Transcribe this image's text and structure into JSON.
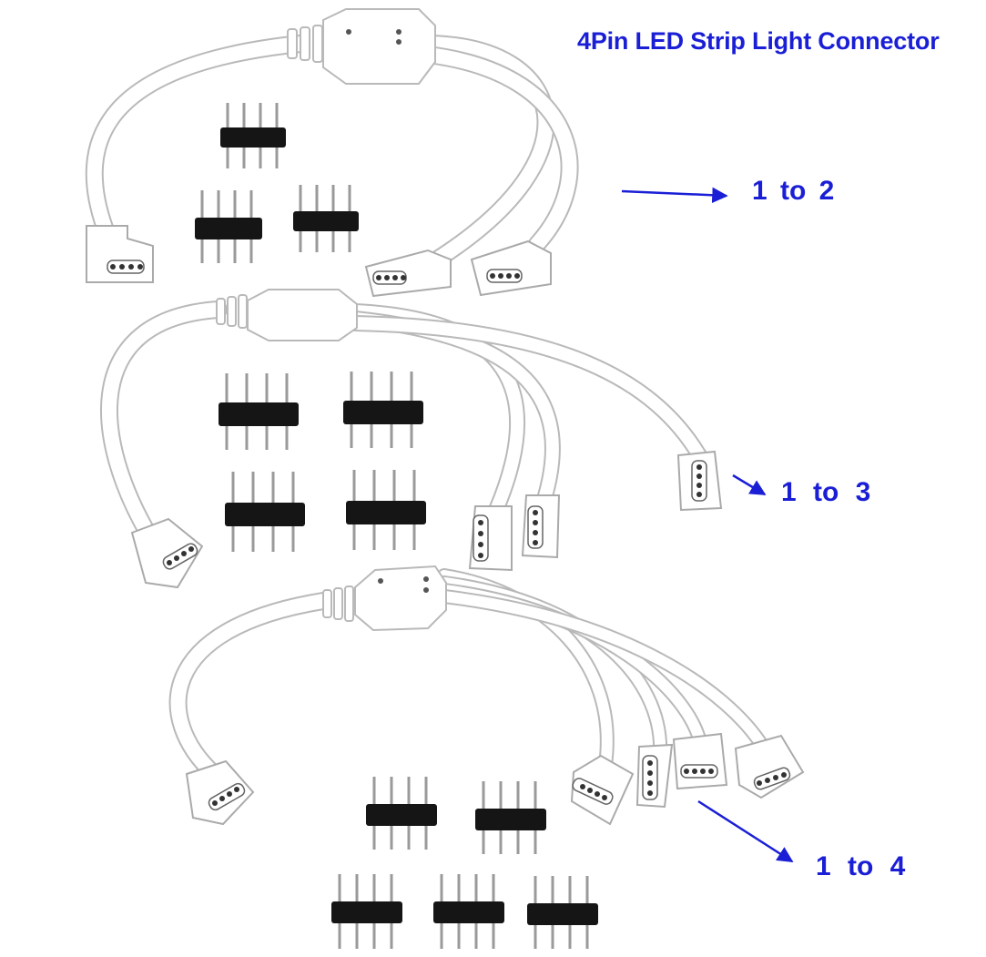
{
  "title": "4Pin LED Strip Light Connector",
  "colors": {
    "label": "#1a1fd6",
    "cable": "#ffffff",
    "cable_outline": "#b9b9b9",
    "pin_body": "#151515",
    "pin_metal": "#9a9a9a",
    "background": "#ffffff"
  },
  "variants": [
    {
      "label": "1 to 2",
      "outputs": 2,
      "pin_headers": 3
    },
    {
      "label": "1 to 3",
      "outputs": 3,
      "pin_headers": 4
    },
    {
      "label": "1 to 4",
      "outputs": 4,
      "pin_headers": 5
    }
  ]
}
